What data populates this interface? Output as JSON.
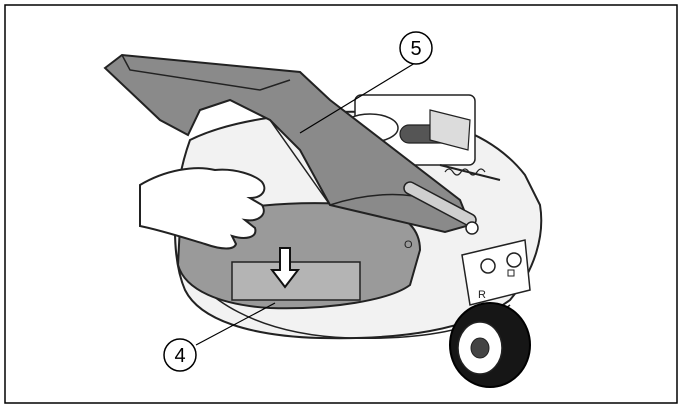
{
  "figure": {
    "callouts": [
      {
        "id": "5",
        "label": "5",
        "target": "grass-deflector-chute"
      },
      {
        "id": "4",
        "label": "4",
        "target": "deck-discharge-cover"
      }
    ],
    "deck_letter": "O",
    "wheel_bracket_letter": "R",
    "colors": {
      "border": "#000000",
      "deck_fill": "#f2f2f2",
      "deck_outline": "#222222",
      "chute_fill": "#8a8a8a",
      "cover_fill": "#9a9a9a",
      "tire_fill": "#161616",
      "hand_fill": "#ffffff"
    },
    "icons": [
      "down-arrow-icon"
    ]
  }
}
